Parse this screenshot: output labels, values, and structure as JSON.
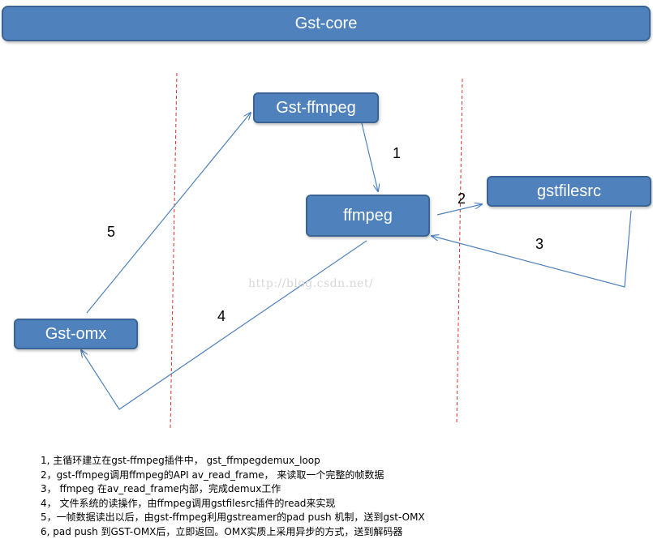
{
  "title_bar": "Gst-core",
  "nodes": {
    "gst_ffmpeg": "Gst-ffmpeg",
    "ffmpeg": "ffmpeg",
    "gstfilesrc": "gstfilesrc",
    "gst_omx": "Gst-omx"
  },
  "edge_labels": [
    "1",
    "2",
    "3",
    "4",
    "5"
  ],
  "watermark": "http://blog.csdn.net/",
  "notes": [
    "1, 主循环建立在gst-ffmpeg插件中， gst_ffmpegdemux_loop",
    "2，gst-ffmpeg调用ffmpeg的API av_read_frame， 来读取一个完整的帧数据",
    "3， ffmpeg 在av_read_frame内部，完成demux工作",
    "4， 文件系统的读操作，由ffmpeg调用gstfilesrc插件的read来实现",
    "5，一帧数据读出以后，由gst-ffmpeg利用gstreamer的pad push 机制，送到gst-OMX",
    "6,  pad push 到GST-OMX后，立即返回。OMX实质上采用异步的方式，送到解码器"
  ],
  "colors": {
    "box_fill": "#4f81bd",
    "box_border": "#3a6494",
    "arrow": "#4f81bd",
    "divider": "#e0302a"
  }
}
